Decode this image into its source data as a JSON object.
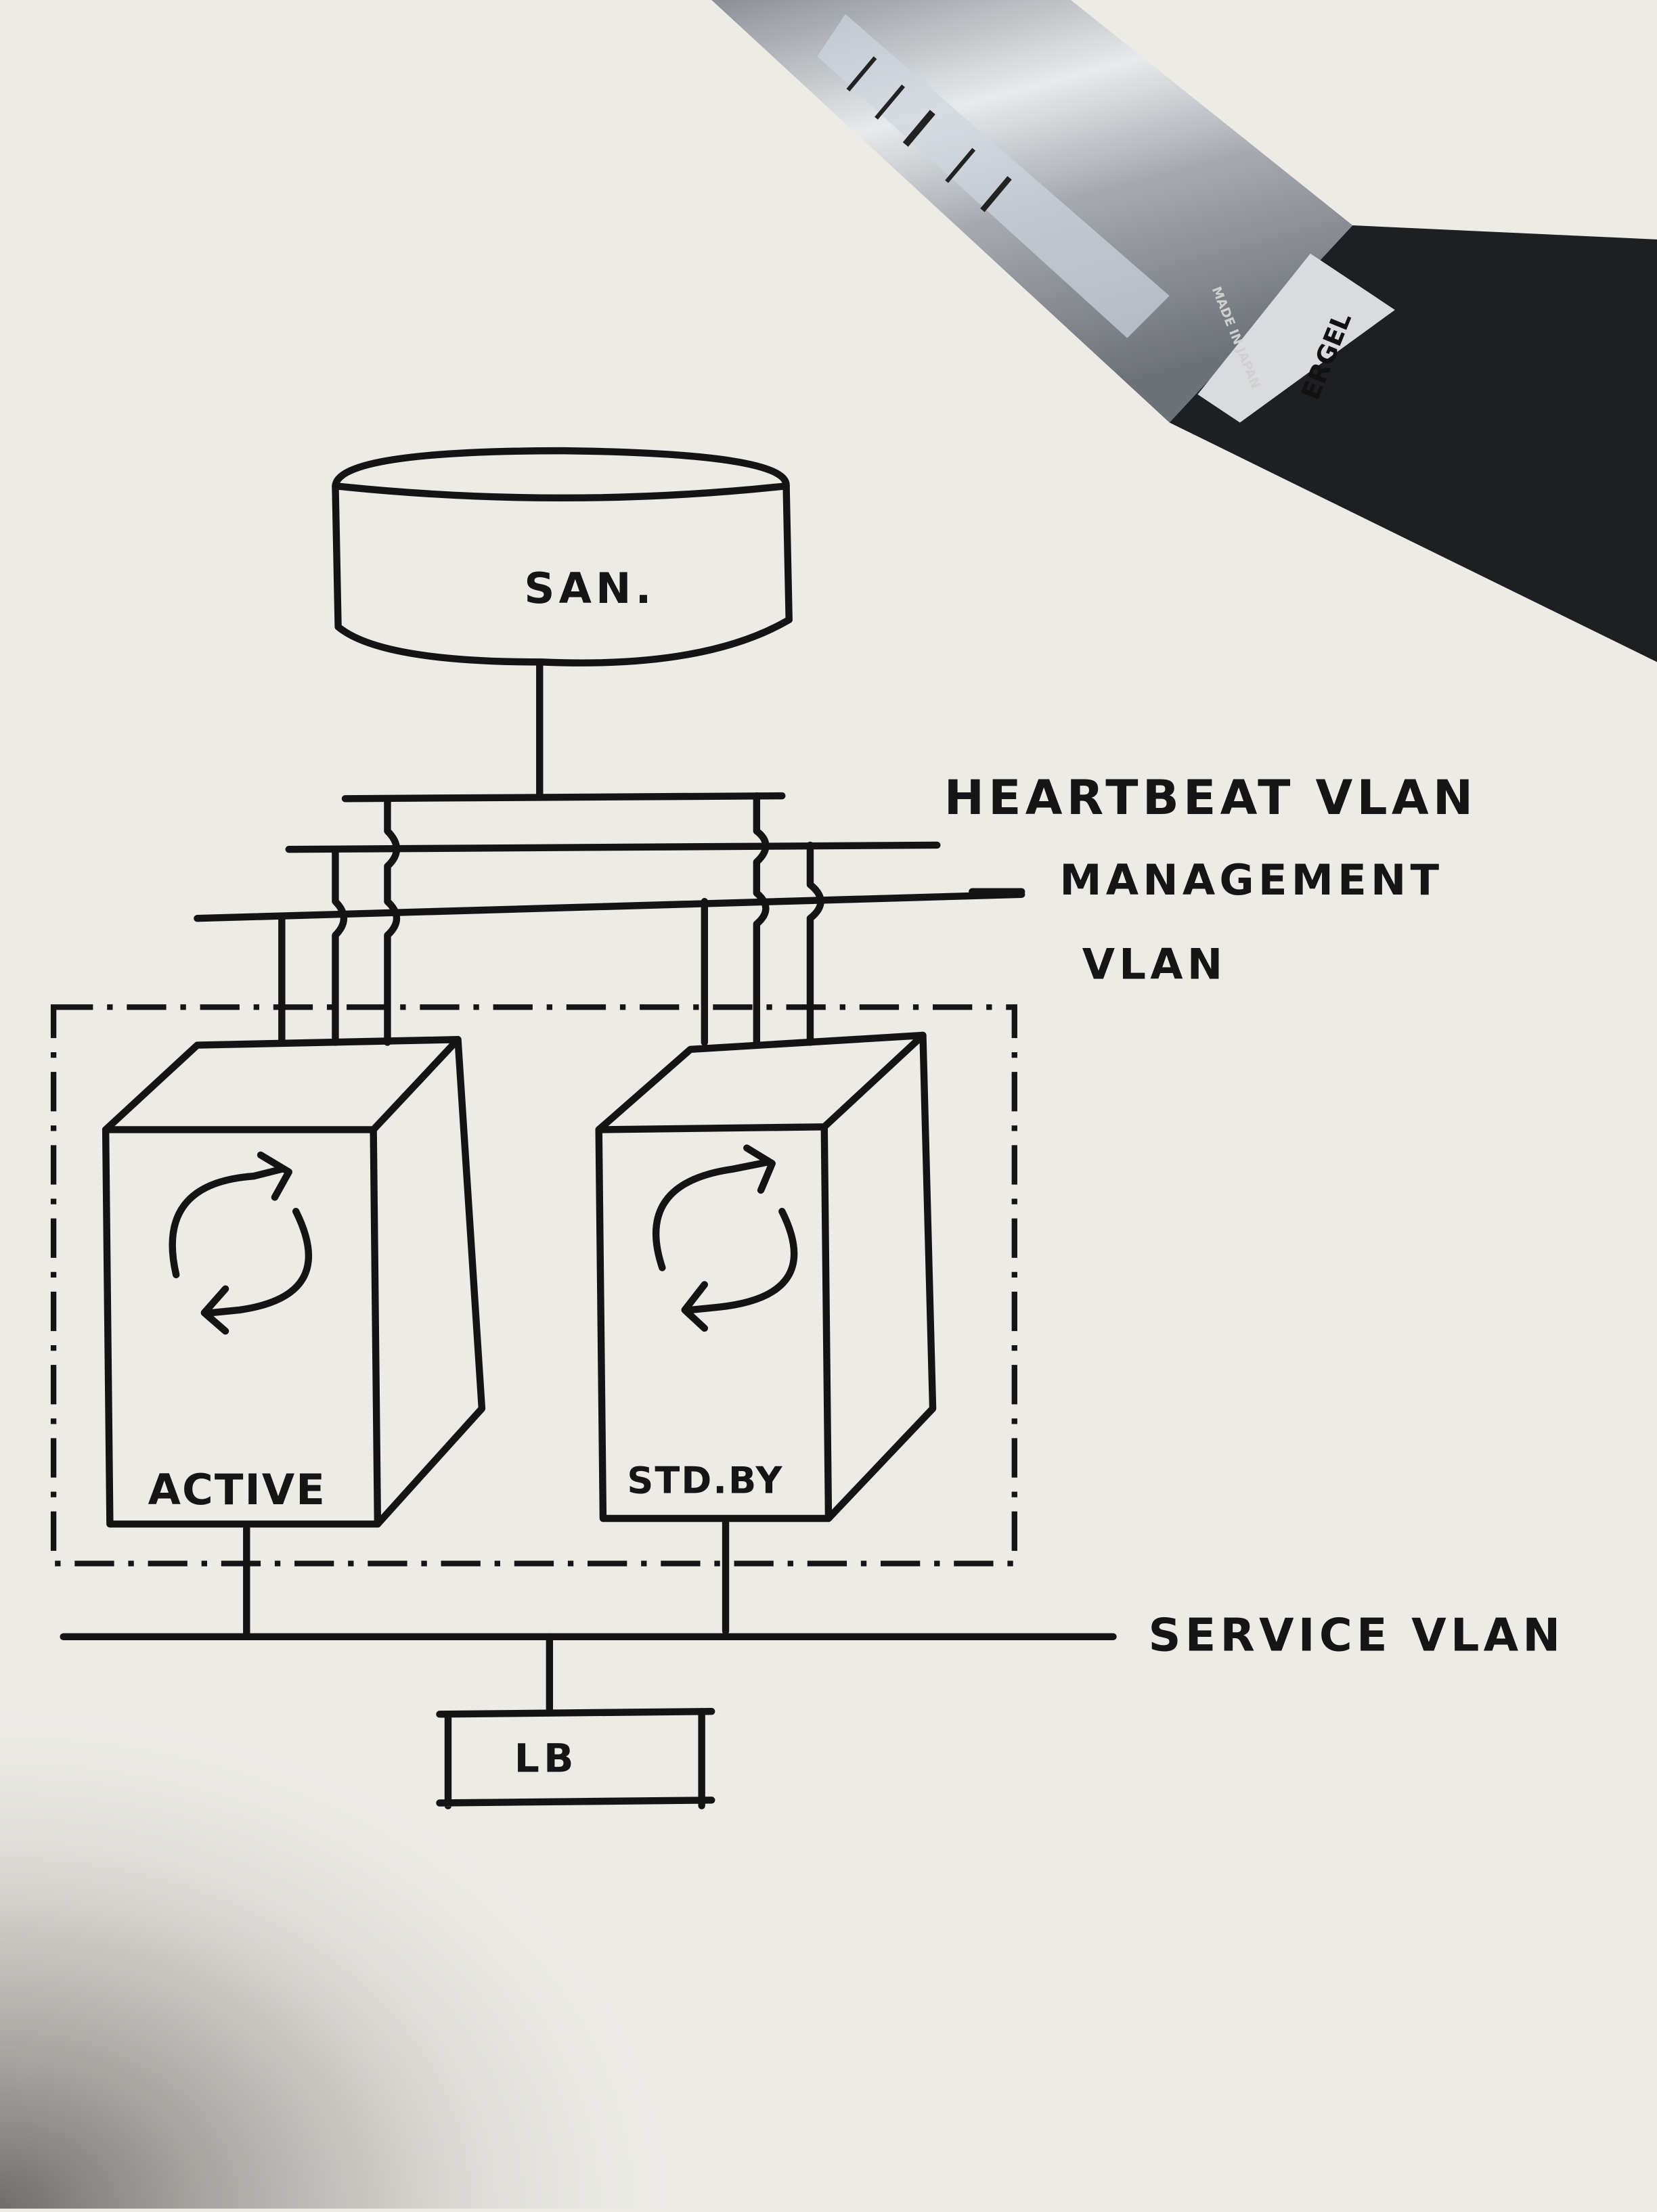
{
  "diagram": {
    "storage": {
      "label": "SAN."
    },
    "networks": {
      "heartbeat": "HEARTBEAT VLAN",
      "management_line1": "MANAGEMENT",
      "management_line2": "VLAN",
      "service": "SERVICE VLAN"
    },
    "servers": [
      {
        "label": "ACTIVE",
        "icon": "refresh-cycle-icon"
      },
      {
        "label": "STD.BY",
        "icon": "refresh-cycle-icon"
      }
    ],
    "load_balancer": {
      "label": "LB"
    }
  },
  "pen": {
    "brand_text": "ERGEL",
    "origin_text": "MADE IN JAPAN"
  },
  "colors": {
    "paper": "#ecebe6",
    "ink": "#141414",
    "pen_silver": "#b9bcc0",
    "pen_black": "#1e1f21"
  }
}
